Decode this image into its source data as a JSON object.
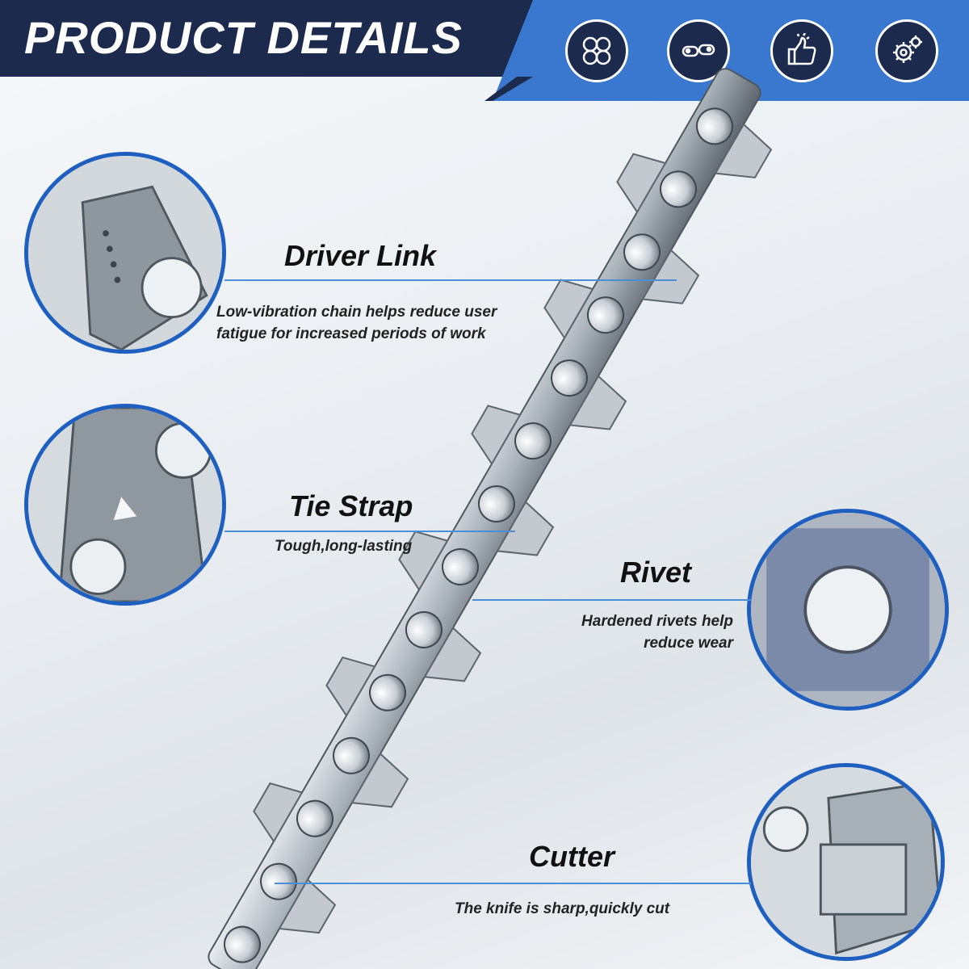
{
  "header": {
    "title": "PRODUCT DETAILS",
    "icons": [
      "metal-material-icon",
      "chain-link-icon",
      "thumbs-up-icon",
      "gears-icon"
    ],
    "colors": {
      "dark": "#1c2a4d",
      "accent": "#3a78d0"
    }
  },
  "features": [
    {
      "label": "Driver Link",
      "description": "Low-vibration chain helps reduce user fatigue for increased periods of work"
    },
    {
      "label": "Tie Strap",
      "description": "Tough,long-lasting"
    },
    {
      "label": "Rivet",
      "description": "Hardened rivets help reduce wear"
    },
    {
      "label": "Cutter",
      "description": "The knife is sharp,quickly cut"
    }
  ]
}
